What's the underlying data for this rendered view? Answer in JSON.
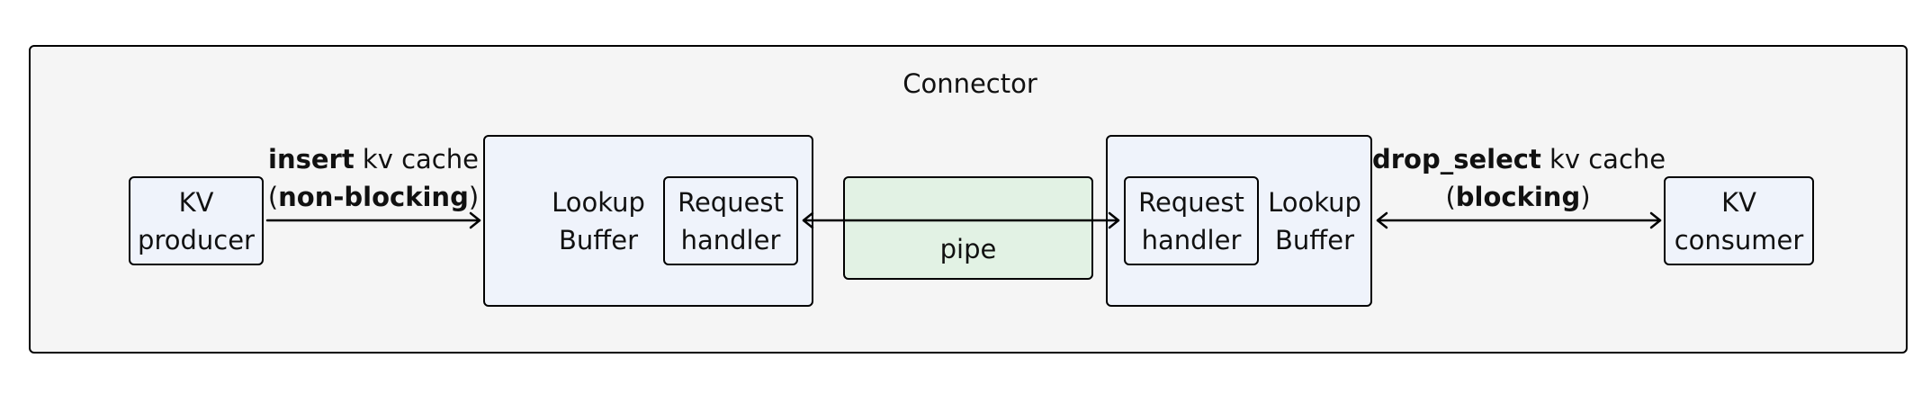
{
  "connector": {
    "title": "Connector"
  },
  "producer": {
    "line1": "KV",
    "line2": "producer"
  },
  "consumer": {
    "line1": "KV",
    "line2": "consumer"
  },
  "lookup_left": {
    "line1": "Lookup",
    "line2": "Buffer"
  },
  "lookup_right": {
    "line1": "Lookup",
    "line2": "Buffer"
  },
  "handler_left": {
    "line1": "Request",
    "line2": "handler"
  },
  "handler_right": {
    "line1": "Request",
    "line2": "handler"
  },
  "pipe": {
    "label": "pipe"
  },
  "insert_edge": {
    "verb": "insert",
    "suffix": " kv cache",
    "open": "(",
    "mode": "non-blocking",
    "close": ")"
  },
  "drop_edge": {
    "verb": "drop_select",
    "suffix": " kv cache",
    "open": "(",
    "mode": "blocking",
    "close": ")"
  }
}
